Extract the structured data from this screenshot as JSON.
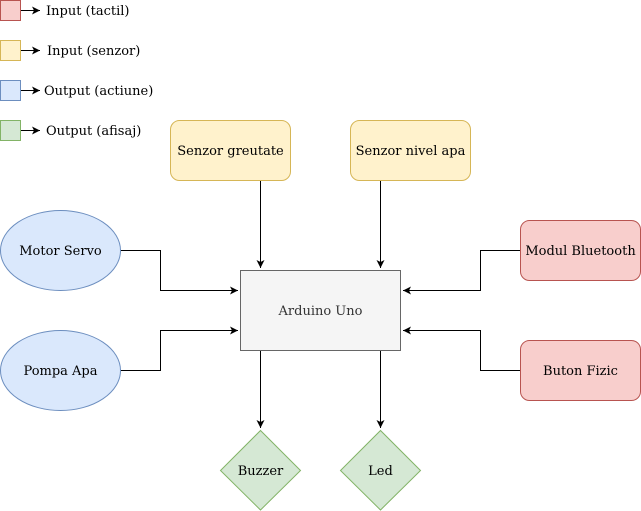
{
  "legend": [
    {
      "label": "Input (tactil)",
      "fill": "#f8cecc",
      "stroke": "#b85450"
    },
    {
      "label": "Input (senzor)",
      "fill": "#fff2cc",
      "stroke": "#d6b656"
    },
    {
      "label": "Output (actiune)",
      "fill": "#dae8fc",
      "stroke": "#6c8ebf"
    },
    {
      "label": "Output (afisaj)",
      "fill": "#d5e8d4",
      "stroke": "#82b366"
    }
  ],
  "nodes": {
    "arduino": {
      "label": "Arduino Uno",
      "fill": "#f5f5f5",
      "stroke": "#666666"
    },
    "senzor_greutate": {
      "label": "Senzor greutate",
      "category": "Input (senzor)"
    },
    "senzor_nivel_apa": {
      "label": "Senzor nivel apa",
      "category": "Input (senzor)"
    },
    "motor_servo": {
      "label": "Motor Servo",
      "category": "Output (actiune)"
    },
    "pompa_apa": {
      "label": "Pompa Apa",
      "category": "Output (actiune)"
    },
    "modul_bluetooth": {
      "label": "Modul Bluetooth",
      "category": "Input (tactil)"
    },
    "buton_fizic": {
      "label": "Buton Fizic",
      "category": "Input (tactil)"
    },
    "buzzer": {
      "label": "Buzzer",
      "category": "Output (afisaj)"
    },
    "led": {
      "label": "Led",
      "category": "Output (afisaj)"
    }
  },
  "connections": [
    {
      "from": "senzor_greutate",
      "to": "arduino"
    },
    {
      "from": "senzor_nivel_apa",
      "to": "arduino"
    },
    {
      "from": "motor_servo",
      "to": "arduino"
    },
    {
      "from": "pompa_apa",
      "to": "arduino"
    },
    {
      "from": "modul_bluetooth",
      "to": "arduino"
    },
    {
      "from": "buton_fizic",
      "to": "arduino"
    },
    {
      "from": "arduino",
      "to": "buzzer"
    },
    {
      "from": "arduino",
      "to": "led"
    }
  ]
}
